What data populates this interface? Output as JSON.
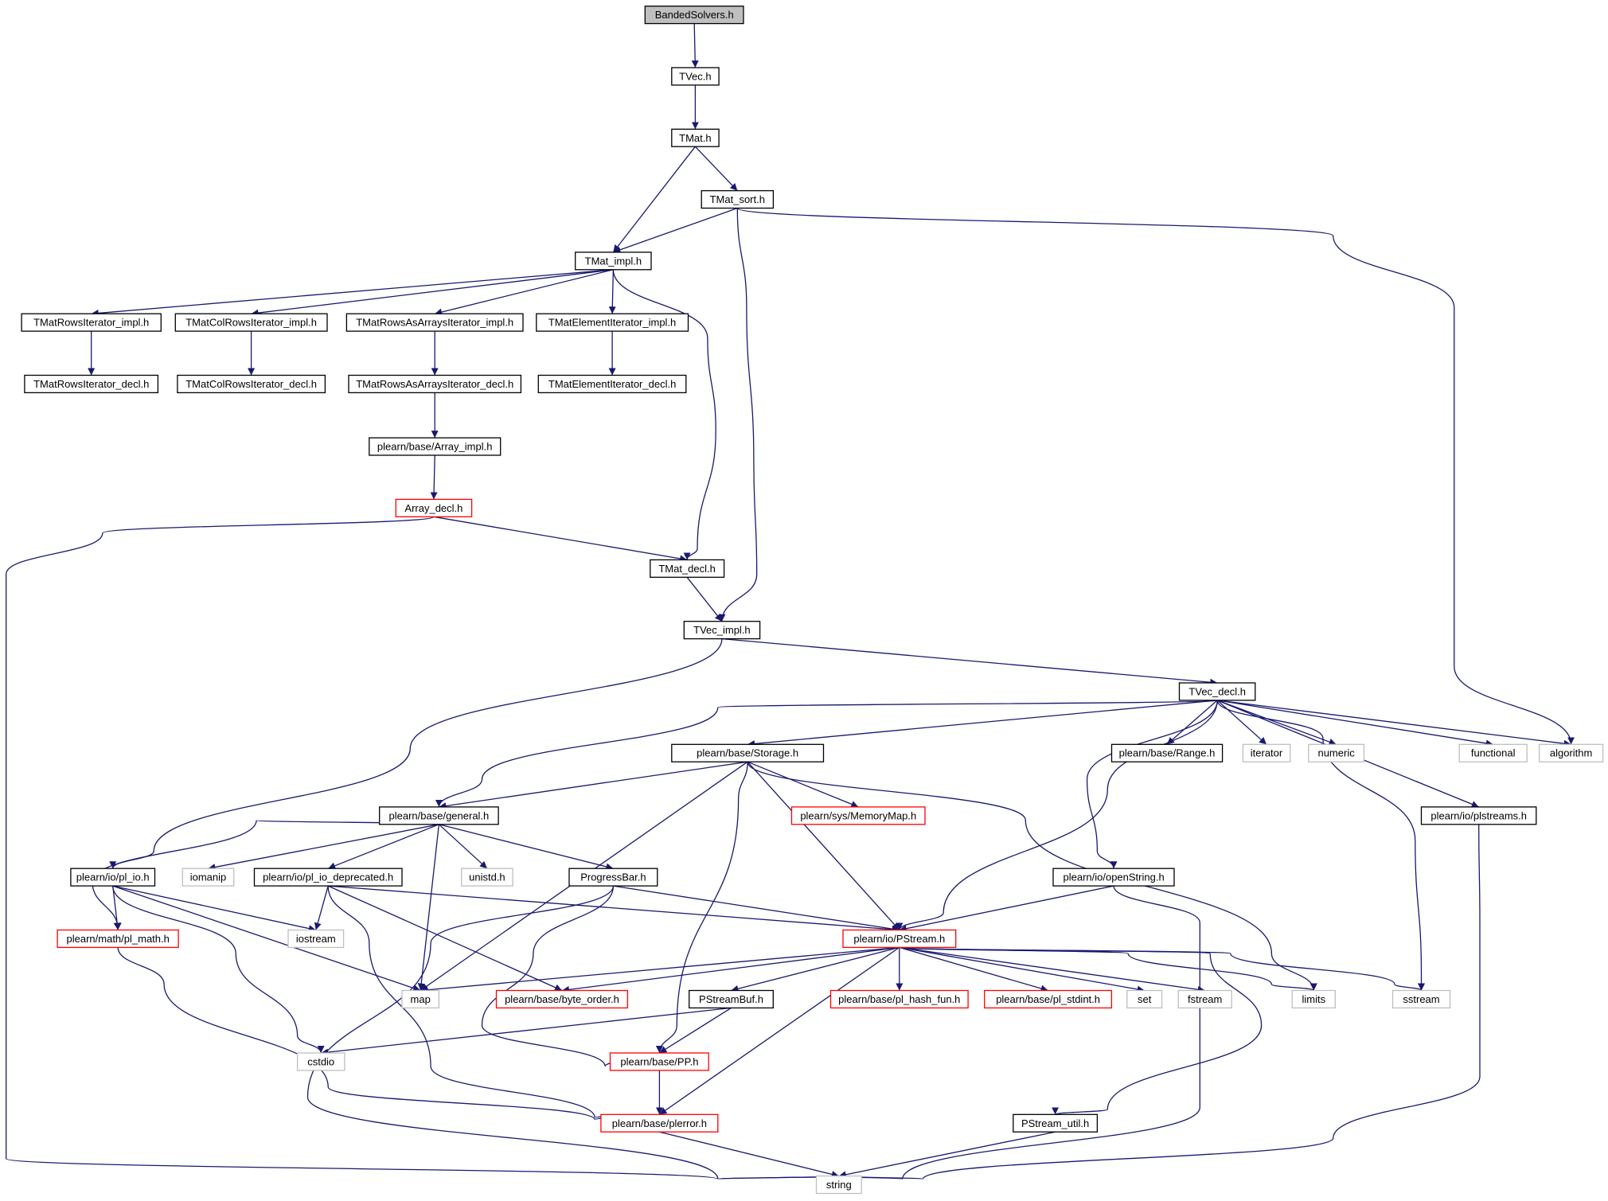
{
  "colors": {
    "edge": "#191970",
    "normal_border": "#000000",
    "truncated_border": "#ff0000",
    "external_border": "#bfbfbf",
    "external_text": "#3f3f3f",
    "root_fill": "#bfbfbf"
  },
  "nodes": [
    {
      "id": "bandedsolvers",
      "label": "BandedSolvers.h",
      "style": "root"
    },
    {
      "id": "tvec",
      "label": "TVec.h",
      "style": "normal"
    },
    {
      "id": "tmat",
      "label": "TMat.h",
      "style": "normal"
    },
    {
      "id": "tmat_sort",
      "label": "TMat_sort.h",
      "style": "normal"
    },
    {
      "id": "tmat_impl",
      "label": "TMat_impl.h",
      "style": "normal"
    },
    {
      "id": "rows_iter_impl",
      "label": "TMatRowsIterator_impl.h",
      "style": "normal"
    },
    {
      "id": "colrows_iter_impl",
      "label": "TMatColRowsIterator_impl.h",
      "style": "normal"
    },
    {
      "id": "rowsasarrays_impl",
      "label": "TMatRowsAsArraysIterator_impl.h",
      "style": "normal"
    },
    {
      "id": "element_iter_impl",
      "label": "TMatElementIterator_impl.h",
      "style": "normal"
    },
    {
      "id": "rows_iter_decl",
      "label": "TMatRowsIterator_decl.h",
      "style": "normal"
    },
    {
      "id": "colrows_iter_decl",
      "label": "TMatColRowsIterator_decl.h",
      "style": "normal"
    },
    {
      "id": "rowsasarrays_decl",
      "label": "TMatRowsAsArraysIterator_decl.h",
      "style": "normal"
    },
    {
      "id": "element_iter_decl",
      "label": "TMatElementIterator_decl.h",
      "style": "normal"
    },
    {
      "id": "array_impl",
      "label": "plearn/base/Array_impl.h",
      "style": "normal"
    },
    {
      "id": "array_decl",
      "label": "Array_decl.h",
      "style": "truncated"
    },
    {
      "id": "tmat_decl",
      "label": "TMat_decl.h",
      "style": "normal"
    },
    {
      "id": "tvec_impl",
      "label": "TVec_impl.h",
      "style": "normal"
    },
    {
      "id": "tvec_decl",
      "label": "TVec_decl.h",
      "style": "normal"
    },
    {
      "id": "storage",
      "label": "plearn/base/Storage.h",
      "style": "normal"
    },
    {
      "id": "range",
      "label": "plearn/base/Range.h",
      "style": "normal"
    },
    {
      "id": "iterator",
      "label": "iterator",
      "style": "external"
    },
    {
      "id": "numeric",
      "label": "numeric",
      "style": "external"
    },
    {
      "id": "functional",
      "label": "functional",
      "style": "external"
    },
    {
      "id": "algorithm",
      "label": "algorithm",
      "style": "external"
    },
    {
      "id": "general",
      "label": "plearn/base/general.h",
      "style": "normal"
    },
    {
      "id": "memorymap",
      "label": "plearn/sys/MemoryMap.h",
      "style": "truncated"
    },
    {
      "id": "plstreams",
      "label": "plearn/io/plstreams.h",
      "style": "normal"
    },
    {
      "id": "pl_io",
      "label": "plearn/io/pl_io.h",
      "style": "normal"
    },
    {
      "id": "iomanip",
      "label": "iomanip",
      "style": "external"
    },
    {
      "id": "pl_io_deprecated",
      "label": "plearn/io/pl_io_deprecated.h",
      "style": "normal"
    },
    {
      "id": "unistd",
      "label": "unistd.h",
      "style": "external"
    },
    {
      "id": "progressbar",
      "label": "ProgressBar.h",
      "style": "normal"
    },
    {
      "id": "openstring",
      "label": "plearn/io/openString.h",
      "style": "normal"
    },
    {
      "id": "pl_math",
      "label": "plearn/math/pl_math.h",
      "style": "truncated"
    },
    {
      "id": "iostream",
      "label": "iostream",
      "style": "external"
    },
    {
      "id": "pstream",
      "label": "plearn/io/PStream.h",
      "style": "truncated"
    },
    {
      "id": "map",
      "label": "map",
      "style": "external"
    },
    {
      "id": "byte_order",
      "label": "plearn/base/byte_order.h",
      "style": "truncated"
    },
    {
      "id": "pstreambuf",
      "label": "PStreamBuf.h",
      "style": "normal"
    },
    {
      "id": "pl_hash_fun",
      "label": "plearn/base/pl_hash_fun.h",
      "style": "truncated"
    },
    {
      "id": "pl_stdint",
      "label": "plearn/base/pl_stdint.h",
      "style": "truncated"
    },
    {
      "id": "set",
      "label": "set",
      "style": "external"
    },
    {
      "id": "fstream",
      "label": "fstream",
      "style": "external"
    },
    {
      "id": "limits",
      "label": "limits",
      "style": "external"
    },
    {
      "id": "sstream",
      "label": "sstream",
      "style": "external"
    },
    {
      "id": "cstdio",
      "label": "cstdio",
      "style": "external"
    },
    {
      "id": "pp",
      "label": "plearn/base/PP.h",
      "style": "truncated"
    },
    {
      "id": "pstream_util",
      "label": "PStream_util.h",
      "style": "normal"
    },
    {
      "id": "plerror",
      "label": "plearn/base/plerror.h",
      "style": "truncated"
    },
    {
      "id": "string",
      "label": "string",
      "style": "external"
    }
  ],
  "edges": [
    [
      "bandedsolvers",
      "tvec"
    ],
    [
      "tvec",
      "tmat"
    ],
    [
      "tmat",
      "tmat_impl"
    ],
    [
      "tmat",
      "tmat_sort"
    ],
    [
      "tmat_sort",
      "tmat_impl"
    ],
    [
      "tmat_sort",
      "tvec_impl"
    ],
    [
      "tmat_sort",
      "algorithm"
    ],
    [
      "tmat_impl",
      "rows_iter_impl"
    ],
    [
      "tmat_impl",
      "colrows_iter_impl"
    ],
    [
      "tmat_impl",
      "rowsasarrays_impl"
    ],
    [
      "tmat_impl",
      "element_iter_impl"
    ],
    [
      "tmat_impl",
      "tmat_decl"
    ],
    [
      "rows_iter_impl",
      "rows_iter_decl"
    ],
    [
      "colrows_iter_impl",
      "colrows_iter_decl"
    ],
    [
      "rowsasarrays_impl",
      "rowsasarrays_decl"
    ],
    [
      "element_iter_impl",
      "element_iter_decl"
    ],
    [
      "rowsasarrays_decl",
      "array_impl"
    ],
    [
      "array_impl",
      "array_decl"
    ],
    [
      "array_decl",
      "tmat_decl"
    ],
    [
      "array_decl",
      "string"
    ],
    [
      "tmat_decl",
      "tvec_impl"
    ],
    [
      "tvec_impl",
      "tvec_decl"
    ],
    [
      "tvec_impl",
      "pl_io"
    ],
    [
      "tvec_decl",
      "storage"
    ],
    [
      "tvec_decl",
      "range"
    ],
    [
      "tvec_decl",
      "iterator"
    ],
    [
      "tvec_decl",
      "numeric"
    ],
    [
      "tvec_decl",
      "functional"
    ],
    [
      "tvec_decl",
      "algorithm"
    ],
    [
      "tvec_decl",
      "general"
    ],
    [
      "tvec_decl",
      "pstream"
    ],
    [
      "tvec_decl",
      "openstring"
    ],
    [
      "tvec_decl",
      "sstream"
    ],
    [
      "tvec_decl",
      "plstreams"
    ],
    [
      "storage",
      "general"
    ],
    [
      "storage",
      "memorymap"
    ],
    [
      "storage",
      "map"
    ],
    [
      "storage",
      "pp"
    ],
    [
      "storage",
      "pstream"
    ],
    [
      "storage",
      "limits"
    ],
    [
      "general",
      "iomanip"
    ],
    [
      "general",
      "pl_io_deprecated"
    ],
    [
      "general",
      "unistd"
    ],
    [
      "general",
      "progressbar"
    ],
    [
      "general",
      "pl_math"
    ],
    [
      "general",
      "map"
    ],
    [
      "plstreams",
      "string"
    ],
    [
      "pl_io",
      "pl_math"
    ],
    [
      "pl_io",
      "iostream"
    ],
    [
      "pl_io",
      "map"
    ],
    [
      "pl_io",
      "cstdio"
    ],
    [
      "pl_io_deprecated",
      "iostream"
    ],
    [
      "pl_io_deprecated",
      "byte_order"
    ],
    [
      "pl_io_deprecated",
      "pstream"
    ],
    [
      "pl_io_deprecated",
      "plerror"
    ],
    [
      "progressbar",
      "pstream"
    ],
    [
      "progressbar",
      "pp"
    ],
    [
      "progressbar",
      "string"
    ],
    [
      "openstring",
      "pstream"
    ],
    [
      "openstring",
      "string"
    ],
    [
      "pl_math",
      "plerror"
    ],
    [
      "pstream",
      "map"
    ],
    [
      "pstream",
      "byte_order"
    ],
    [
      "pstream",
      "pstreambuf"
    ],
    [
      "pstream",
      "pl_hash_fun"
    ],
    [
      "pstream",
      "pl_stdint"
    ],
    [
      "pstream",
      "set"
    ],
    [
      "pstream",
      "fstream"
    ],
    [
      "pstream",
      "limits"
    ],
    [
      "pstream",
      "sstream"
    ],
    [
      "pstream",
      "pstream_util"
    ],
    [
      "pstream",
      "plerror"
    ],
    [
      "pstreambuf",
      "cstdio"
    ],
    [
      "pstreambuf",
      "pp"
    ],
    [
      "pp",
      "plerror"
    ],
    [
      "plerror",
      "string"
    ],
    [
      "pstream_util",
      "string"
    ]
  ]
}
